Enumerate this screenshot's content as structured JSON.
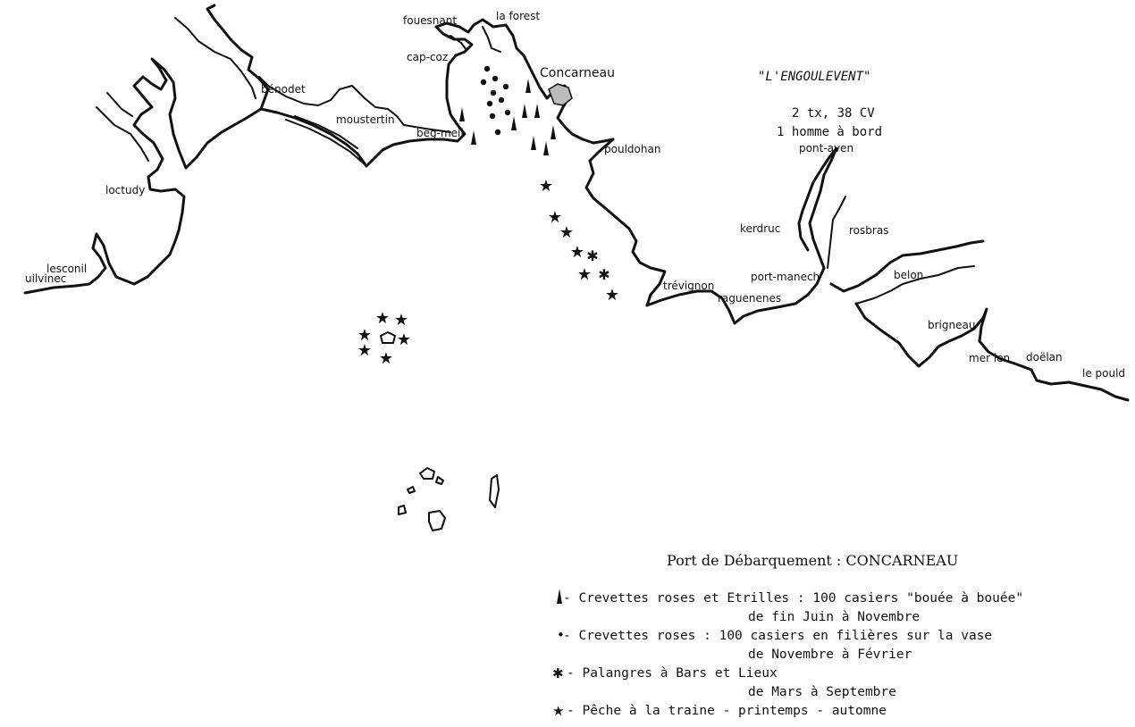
{
  "vessel": {
    "name": "\"L'ENGOULEVENT\"",
    "specs": "2 tx, 38 CV",
    "crew": "1 homme à bord"
  },
  "places": {
    "fouesnant": "fouesnant",
    "la_forest": "la forest",
    "cap_coz": "cap-coz",
    "concarneau": "Concarneau",
    "benodet": "bénodet",
    "moustertin": "moustertin",
    "beg_meil": "beg-meil",
    "pouldohan": "pouldohan",
    "pont_aven": "pont-aven",
    "loctudy": "loctudy",
    "kerdruc": "kerdruc",
    "rosbras": "rosbras",
    "lesconil": "lesconil",
    "guilvinec": "uilvinec",
    "port_manech": "port-manech",
    "belon": "belon",
    "trevignon": "trévignon",
    "raguenenes": "raguenenes",
    "brigneau": "brigneau",
    "merrien": "mer ien",
    "doelan": "doëlan",
    "le_pouldu": "le pould"
  },
  "legend": {
    "port": "Port de Débarquement : CONCARNEAU",
    "items": [
      {
        "symbol": "casier-buoy",
        "line1": "- Crevettes roses et Etrilles : 100 casiers \"bouée à bouée\"",
        "line2": "de fin Juin à Novembre"
      },
      {
        "symbol": "dot",
        "line1": "- Crevettes roses : 100 casiers en filières sur la vase",
        "line2": "de Novembre à Février"
      },
      {
        "symbol": "asterisk",
        "line1": "- Palangres à Bars et Lieux",
        "line2": "de Mars à Septembre"
      },
      {
        "symbol": "star",
        "line1": "- Pêche à la traine - printemps - automne",
        "line2": ""
      }
    ]
  },
  "symbol_glyphs": {
    "star": "★",
    "asterisk": "✱",
    "dot": "•"
  }
}
